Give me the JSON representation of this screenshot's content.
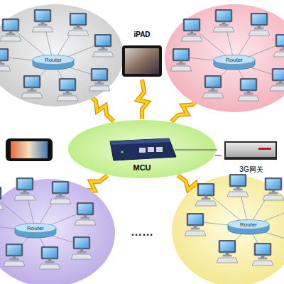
{
  "diagram": {
    "nodes": [
      {
        "text": [
          "Router"
        ]
      },
      {
        "text": [
          "iPAD"
        ]
      },
      {
        "text": [
          "Router"
        ]
      },
      {
        "text": [
          "MCU"
        ]
      },
      {
        "text": [
          "3G网关"
        ]
      },
      {
        "text": [
          "Router"
        ]
      },
      {
        "text": [
          "Router"
        ]
      }
    ],
    "edges": [
      {
        "from": 3,
        "to": 0,
        "arrow": "none"
      },
      {
        "from": 3,
        "to": 1,
        "arrow": "none"
      },
      {
        "from": 3,
        "to": 2,
        "arrow": "none"
      },
      {
        "from": 3,
        "to": 5,
        "arrow": "none"
      },
      {
        "from": 3,
        "to": 6,
        "arrow": "none"
      },
      {
        "from": 3,
        "to": 4,
        "arrow": "none"
      }
    ],
    "labels": [
      "……"
    ]
  }
}
